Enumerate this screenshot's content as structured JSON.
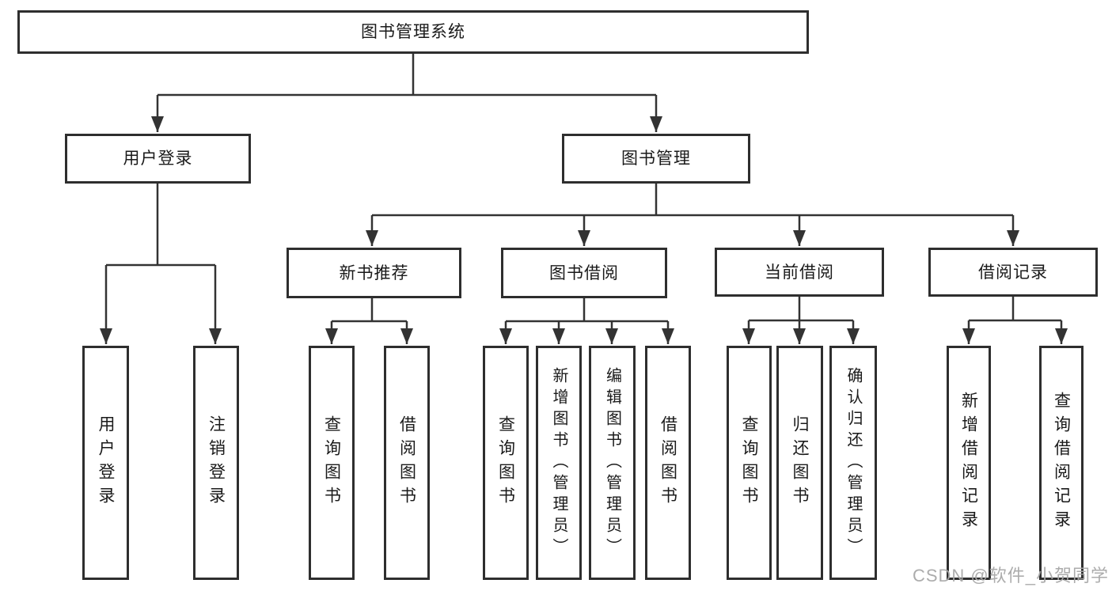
{
  "diagram": {
    "title": "图书管理系统",
    "user_login": {
      "label": "用户登录",
      "children": [
        {
          "label": "用户登录"
        },
        {
          "label": "注销登录"
        }
      ]
    },
    "book_mgmt": {
      "label": "图书管理",
      "sections": [
        {
          "label": "新书推荐",
          "children": [
            {
              "label": "查询图书"
            },
            {
              "label": "借阅图书"
            }
          ]
        },
        {
          "label": "图书借阅",
          "children": [
            {
              "label": "查询图书"
            },
            {
              "label": "新增图书（管理员）"
            },
            {
              "label": "编辑图书（管理员）"
            },
            {
              "label": "借阅图书"
            }
          ]
        },
        {
          "label": "当前借阅",
          "children": [
            {
              "label": "查询图书"
            },
            {
              "label": "归还图书"
            },
            {
              "label": "确认归还（管理员）"
            }
          ]
        },
        {
          "label": "借阅记录",
          "children": [
            {
              "label": "新增借阅记录"
            },
            {
              "label": "查询借阅记录"
            }
          ]
        }
      ]
    }
  },
  "watermark": {
    "text": "CSDN @软件_小贺同学"
  },
  "colors": {
    "line": "#333333",
    "box_border": "#2e2e2e",
    "text": "#1a1a1a",
    "watermark": "#a8a8a8",
    "background": "#ffffff"
  }
}
